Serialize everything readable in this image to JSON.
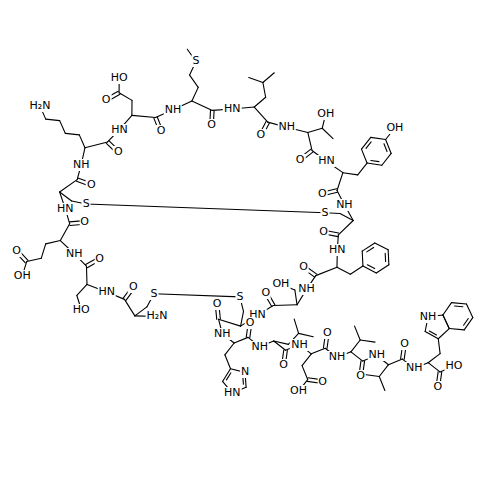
{
  "diagram": {
    "labels": [
      "H₂N",
      "S",
      "O",
      "HN",
      "HO",
      "O",
      "NH",
      "OH",
      "O",
      "O",
      "HN",
      "S",
      "O",
      "NH",
      "H₂N",
      "O",
      "HN",
      "HO",
      "O",
      "O",
      "NH",
      "S",
      "O",
      "HN",
      "O",
      "NH",
      "OH",
      "O",
      "HN",
      "OH",
      "O",
      "NH",
      "S",
      "O",
      "HN",
      "O",
      "NH",
      "OH",
      "O",
      "HN",
      "S",
      "O",
      "NH",
      "N",
      "HN",
      "O",
      "NH",
      "O",
      "NH",
      "OH",
      "O",
      "O",
      "NH",
      "O",
      "NH",
      "O",
      "NH",
      "NH",
      "O",
      "HO"
    ]
  }
}
